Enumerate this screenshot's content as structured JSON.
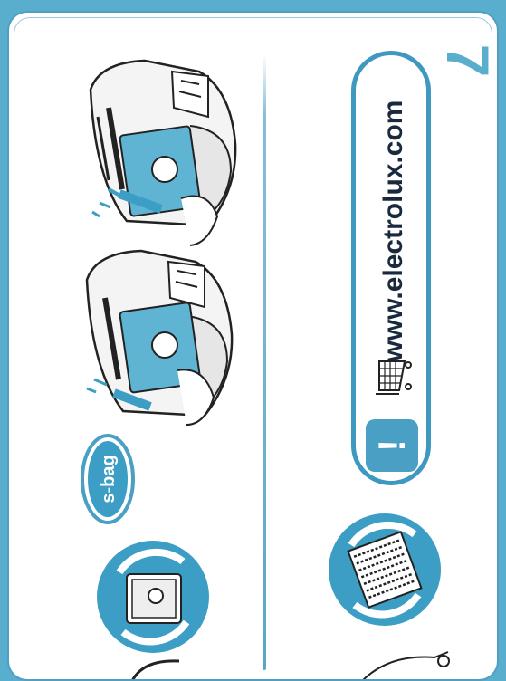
{
  "page_number": "7",
  "website": "www.electrolux.com",
  "info_symbol": "!",
  "brand_logo": {
    "name": "s-bag",
    "text": "s-bag"
  },
  "icons": [
    "shopping-cart-icon",
    "info-icon",
    "replace-bag-icon",
    "replace-filter-icon"
  ],
  "colors": {
    "accent": "#5aaecd",
    "text_dark": "#1a2a3e",
    "pill_border": "#3f98bf"
  }
}
